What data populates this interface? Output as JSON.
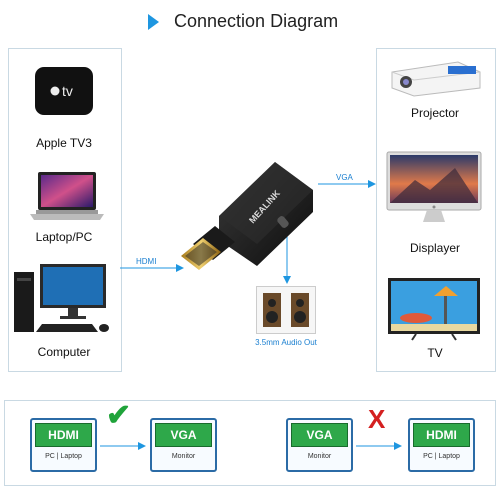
{
  "header": {
    "title": "Connection Diagram"
  },
  "sources": {
    "apple_tv": {
      "label": "Apple TV3",
      "logo_text": "tv"
    },
    "laptop": {
      "label": "Laptop/PC"
    },
    "computer": {
      "label": "Computer"
    }
  },
  "displays": {
    "projector": {
      "label": "Projector"
    },
    "displayer": {
      "label": "Displayer"
    },
    "tv": {
      "label": "TV"
    }
  },
  "adapter": {
    "brand": "MEALINK",
    "hdmi_link_label": "HDMI",
    "vga_link_label": "VGA",
    "audio_label": "3.5mm Audio Out"
  },
  "compat": {
    "supported": {
      "from_title": "HDMI",
      "from_sub": "PC | Laptop",
      "to_title": "VGA",
      "to_sub": "Monitor",
      "mark": "✔"
    },
    "unsupported": {
      "from_title": "VGA",
      "from_sub": "Monitor",
      "to_title": "HDMI",
      "to_sub": "PC | Laptop",
      "mark": "X"
    }
  },
  "colors": {
    "accent": "#1e96e0",
    "check": "#1fa33a",
    "cross": "#d42020",
    "hdmi_green": "#2ea84a"
  }
}
